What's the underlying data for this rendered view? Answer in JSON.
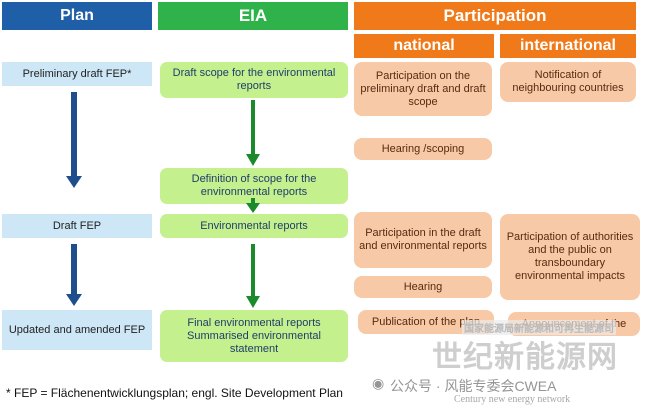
{
  "headers": {
    "plan": "Plan",
    "eia": "EIA",
    "participation": "Participation",
    "national": "national",
    "international": "international"
  },
  "plan_boxes": [
    "Preliminary draft FEP*",
    "Draft FEP",
    "Updated and amended FEP"
  ],
  "eia_boxes": [
    "Draft scope for the environmental reports",
    "Definition of scope for the environmental reports",
    "Environmental reports",
    "Final environmental reports Summarised environmental statement"
  ],
  "national_boxes": [
    "Participation on the preliminary draft and draft scope",
    "Hearing /scoping",
    "Participation in the draft and environmental reports",
    "Hearing",
    "Publication of the plan"
  ],
  "international_boxes": [
    "Notification of neighbouring countries",
    "Participation of authorities and the public on transboundary environmental impacts",
    "Announcement of the"
  ],
  "footnote": "* FEP = Flächenentwicklungsplan; engl. Site Development Plan",
  "watermark": {
    "cn": "世纪新能源网",
    "site": "Century new energy network",
    "wechat": "公众号 · 风能专委会CWEA",
    "stamp": "国家能源局新能源和可再生能源司"
  },
  "colors": {
    "plan_header": "#1f5fa8",
    "eia_header": "#2fb24a",
    "participation_header": "#f07a1a",
    "blue_box": "#cde7f7",
    "green_box": "#c5f08e",
    "orange_box": "#f8c9a6",
    "blue_arrow": "#1f4e8c",
    "green_arrow": "#1a8a2a"
  }
}
